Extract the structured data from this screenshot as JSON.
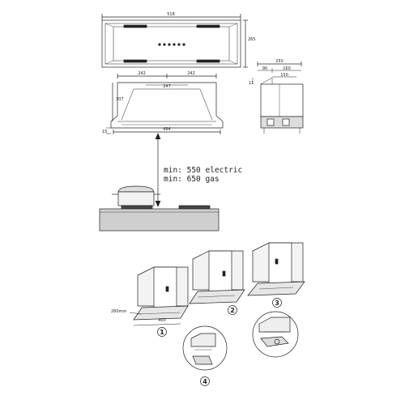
{
  "top_view": {
    "width_label": "518",
    "depth_label": "265"
  },
  "front_view": {
    "left_label": "242",
    "right_label": "242",
    "inner_label": "247",
    "height_label": "307",
    "bottom_label": "494",
    "base_label": "15"
  },
  "side_view": {
    "top_label": "250",
    "left_label": "90",
    "right_label": "160",
    "mid_label": "150",
    "side_label": "11"
  },
  "clearance": {
    "line1": "min: 550 electric",
    "line2": "min: 650 gas"
  },
  "install": {
    "depth_label": "260mm",
    "width_label": "400"
  },
  "steps": [
    "1",
    "2",
    "3",
    "4"
  ],
  "colors": {
    "ink": "#222222",
    "panel": "#eeeeee",
    "counter": "#cfcfcf"
  }
}
